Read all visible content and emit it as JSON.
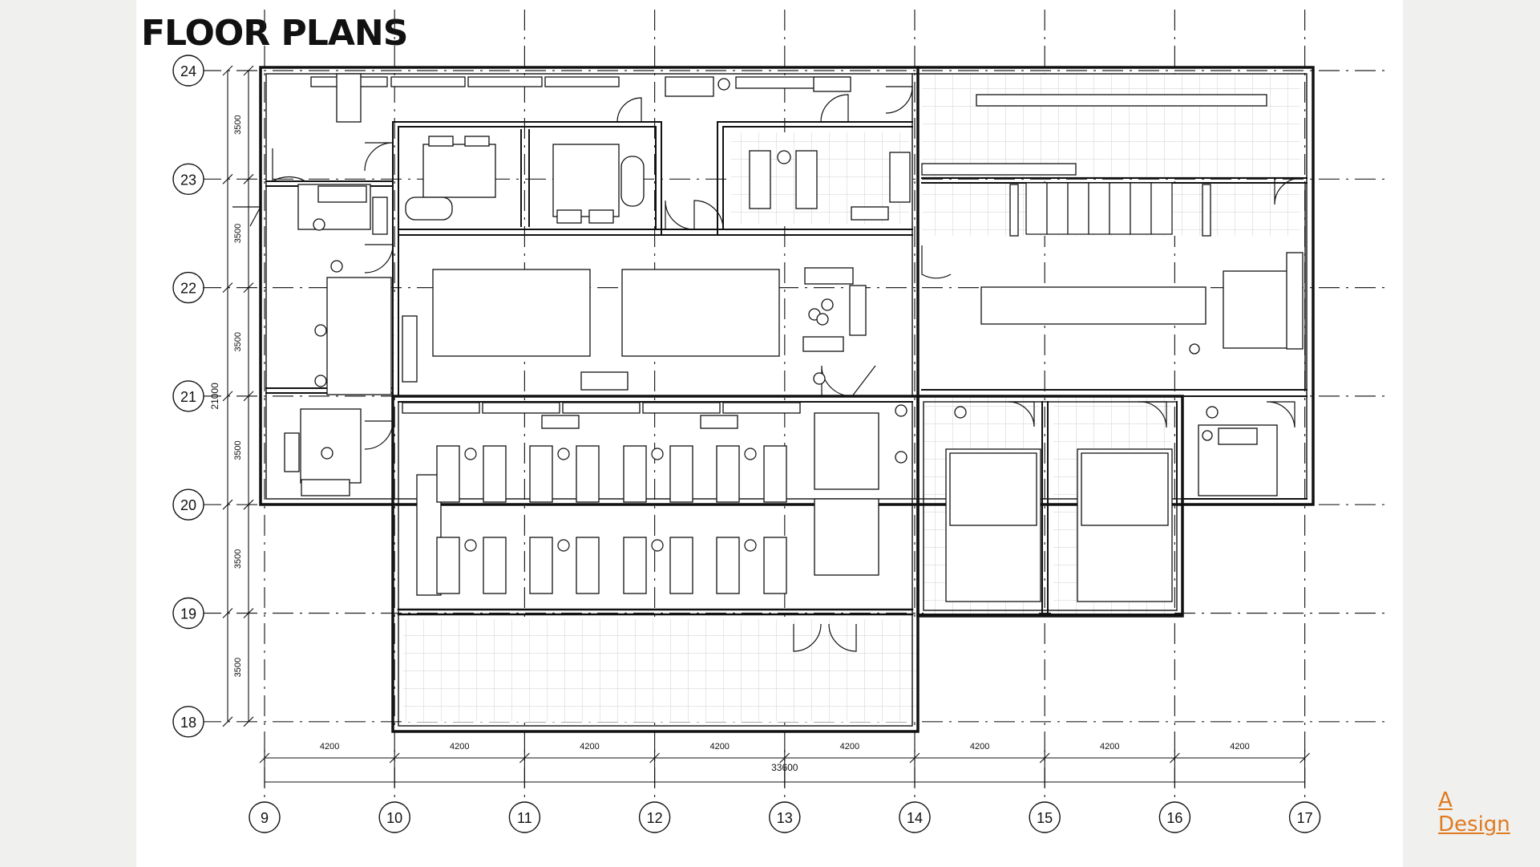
{
  "page": {
    "title": "FLOOR PLANS"
  },
  "grid": {
    "columns": [
      "9",
      "10",
      "11",
      "12",
      "13",
      "14",
      "15",
      "16",
      "17"
    ],
    "rows": [
      "24",
      "23",
      "22",
      "21",
      "20",
      "19",
      "18"
    ]
  },
  "dimensions": {
    "bay_width": "4200",
    "bay_height": "3500",
    "total_width": "33600",
    "total_height": "21000"
  },
  "brand": {
    "line1": "A",
    "line2": "Design",
    "color": "#e07a1f"
  }
}
